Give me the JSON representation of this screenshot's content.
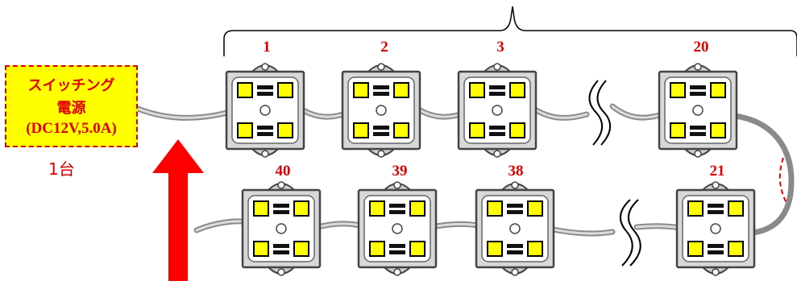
{
  "power_supply": {
    "line1": "スイッチング",
    "line2": "電源",
    "line3": "(DC12V,5.0A)",
    "quantity": "1台"
  },
  "modules_top": [
    "1",
    "2",
    "3",
    "20"
  ],
  "modules_bottom": [
    "40",
    "39",
    "38",
    "21"
  ],
  "colors": {
    "label_red": "#e00000",
    "psu_fill": "#ffff00",
    "arrow": "#ff0000",
    "led_yellow": "#ffff00",
    "module_frame": "#444444",
    "cable": "#9a9a9a"
  }
}
